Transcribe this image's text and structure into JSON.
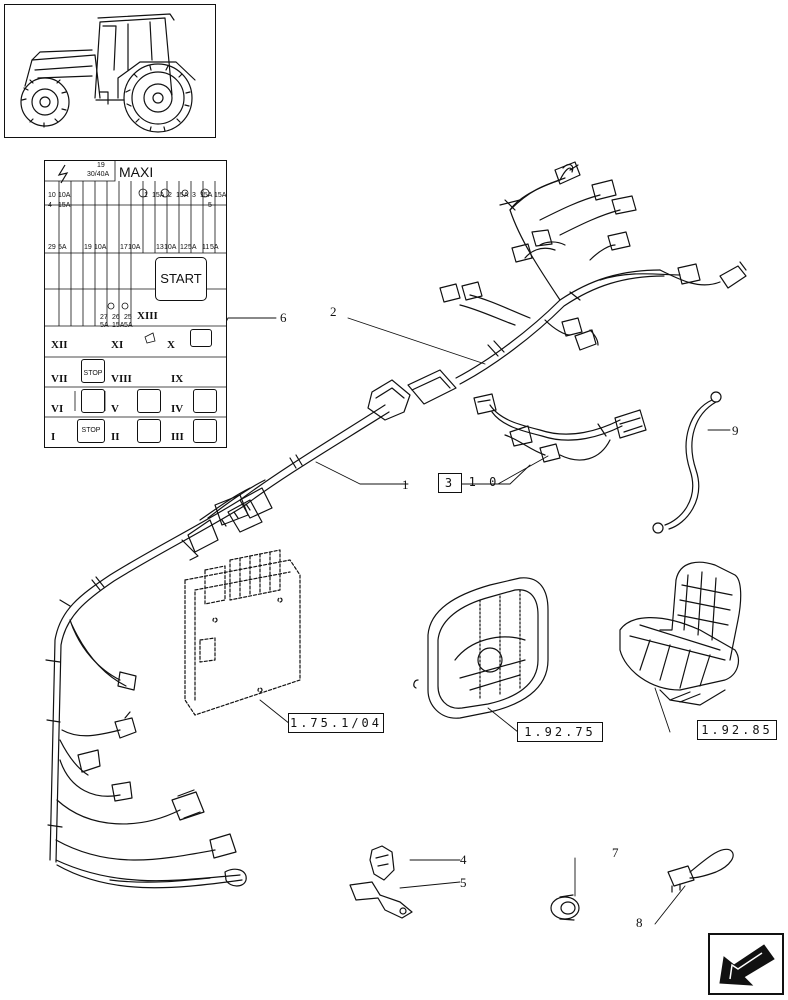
{
  "fuse_panel": {
    "header": "MAXI",
    "rating_number": "19",
    "rating_amps": "30/40A",
    "start_label": "START",
    "relay_numerals": [
      "XII",
      "XI",
      "X",
      "VII",
      "VIII",
      "IX",
      "VI",
      "V",
      "IV",
      "I",
      "II",
      "III",
      "XIII"
    ],
    "stop_label": "STOP",
    "fuse_rows": [
      [
        "10",
        "10A",
        "1",
        "15A",
        "2",
        "15A",
        "3",
        "15A",
        "4",
        "15A",
        "5",
        "15A"
      ],
      [
        "29",
        "5A",
        "19",
        "10A",
        "17",
        "10A",
        "13",
        "10A",
        "12",
        "5A",
        "11",
        "5A"
      ],
      [
        "27",
        "5A",
        "26",
        "15A",
        "25",
        "5A"
      ]
    ]
  },
  "callouts": {
    "c1": "1",
    "c2": "2",
    "c3": "3",
    "c4": "4",
    "c5": "5",
    "c6": "6",
    "c7": "7",
    "c8": "8",
    "c9": "9",
    "c10": "1 0"
  },
  "references": {
    "ecu": "1.75.1/04",
    "dashboard": "1.92.75",
    "seat": "1.92.85"
  },
  "nav_icon": "arrow-back-icon"
}
